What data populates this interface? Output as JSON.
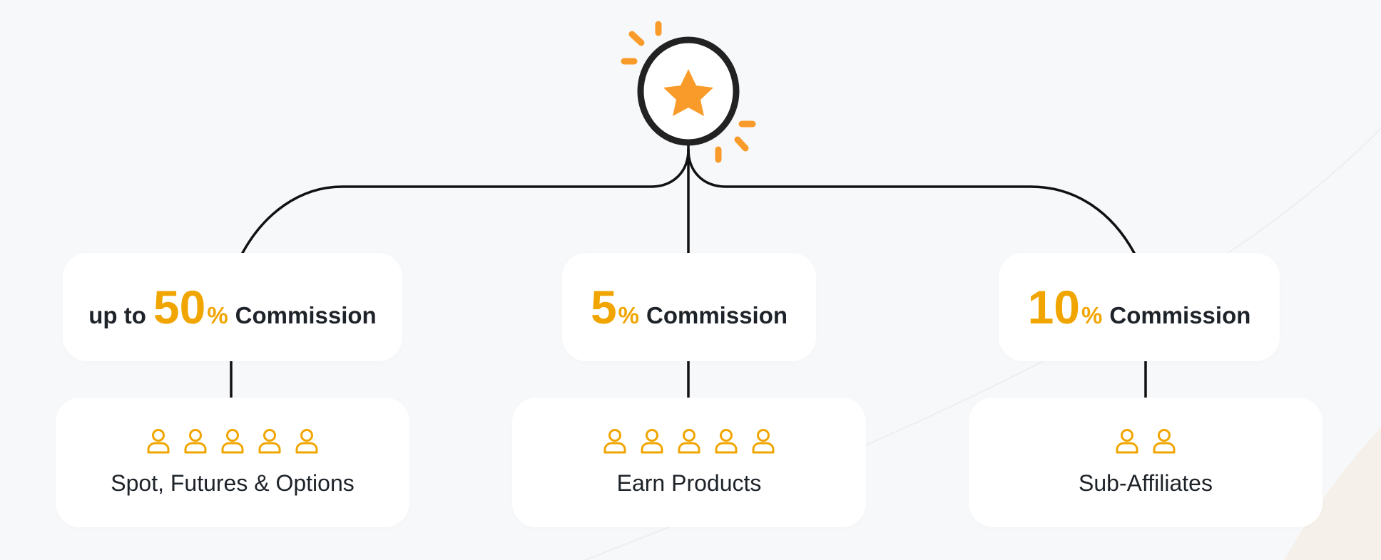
{
  "colors": {
    "accent": "#f0a500",
    "star": "#f99b2a",
    "text": "#1e2329",
    "line": "#111111",
    "card": "#ffffff",
    "background": "#f7f8fa"
  },
  "top_node": {
    "icon": "star-icon"
  },
  "commissions": [
    {
      "prefix": "up to",
      "number": "50",
      "sign": "%",
      "suffix": "Commission"
    },
    {
      "prefix": "",
      "number": "5",
      "sign": "%",
      "suffix": "Commission"
    },
    {
      "prefix": "",
      "number": "10",
      "sign": "%",
      "suffix": "Commission"
    }
  ],
  "products": [
    {
      "label": "Spot, Futures & Options",
      "people": 5,
      "icon": "person-icon"
    },
    {
      "label": "Earn Products",
      "people": 5,
      "icon": "person-icon"
    },
    {
      "label": "Sub-Affiliates",
      "people": 2,
      "icon": "person-icon"
    }
  ]
}
